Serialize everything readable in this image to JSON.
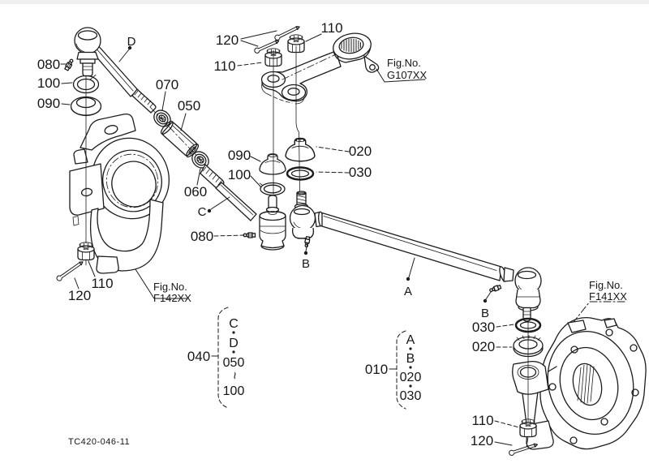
{
  "style": {
    "ink": "#1c1c1c",
    "paper": "#ffffff"
  },
  "footer": {
    "drawing_code": "TC420-046-11"
  },
  "fig_refs": {
    "label": "Fig.No.",
    "pitman_arm": "G107XX",
    "left_knuckle": "F142XX",
    "right_axle_cover": "F141XX"
  },
  "ref_letters": {
    "a": "A",
    "b": "B",
    "c": "C",
    "d": "D"
  },
  "callouts": {
    "010": "010",
    "020": "020",
    "030": "030",
    "040": "040",
    "050": "050",
    "060": "060",
    "070": "070",
    "080": "080",
    "090": "090",
    "100": "100",
    "110": "110",
    "120": "120"
  },
  "groups": {
    "drag_link_assembly": {
      "label": "010",
      "items": [
        "A",
        "B",
        "020",
        "030"
      ]
    },
    "tie_rod_assembly": {
      "label": "040",
      "items": [
        "C",
        "D",
        "050",
        "~",
        "100"
      ]
    }
  }
}
